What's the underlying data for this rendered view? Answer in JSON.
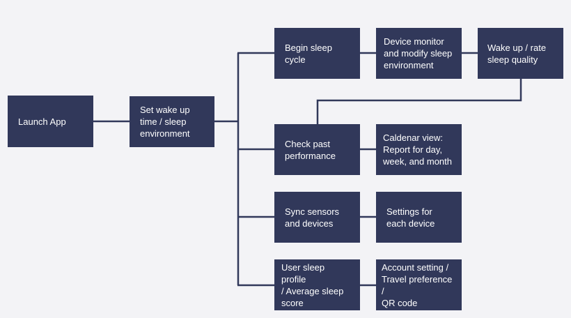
{
  "colors": {
    "background": "#f3f3f6",
    "node_fill": "#31385a",
    "node_text": "#ffffff",
    "connector": "#31385a"
  },
  "nodes": {
    "launch_app": "Launch App",
    "set_wake_up": "Set wake up\ntime / sleep\nenvironment",
    "begin_sleep": "Begin sleep\ncycle",
    "device_monitor": "Device monitor\nand modify sleep\nenvironment",
    "wake_up_rate": "Wake up / rate\nsleep quality",
    "check_past": "Check past\nperformance",
    "calendar_view": "Caldenar view:\nReport for day,\nweek, and month",
    "sync_sensors": "Sync sensors\nand devices",
    "settings_device": "Settings for\neach device",
    "user_profile": "User sleep profile\n/ Average sleep\nscore",
    "account_setting": "Account setting /\nTravel preference /\nQR code"
  }
}
